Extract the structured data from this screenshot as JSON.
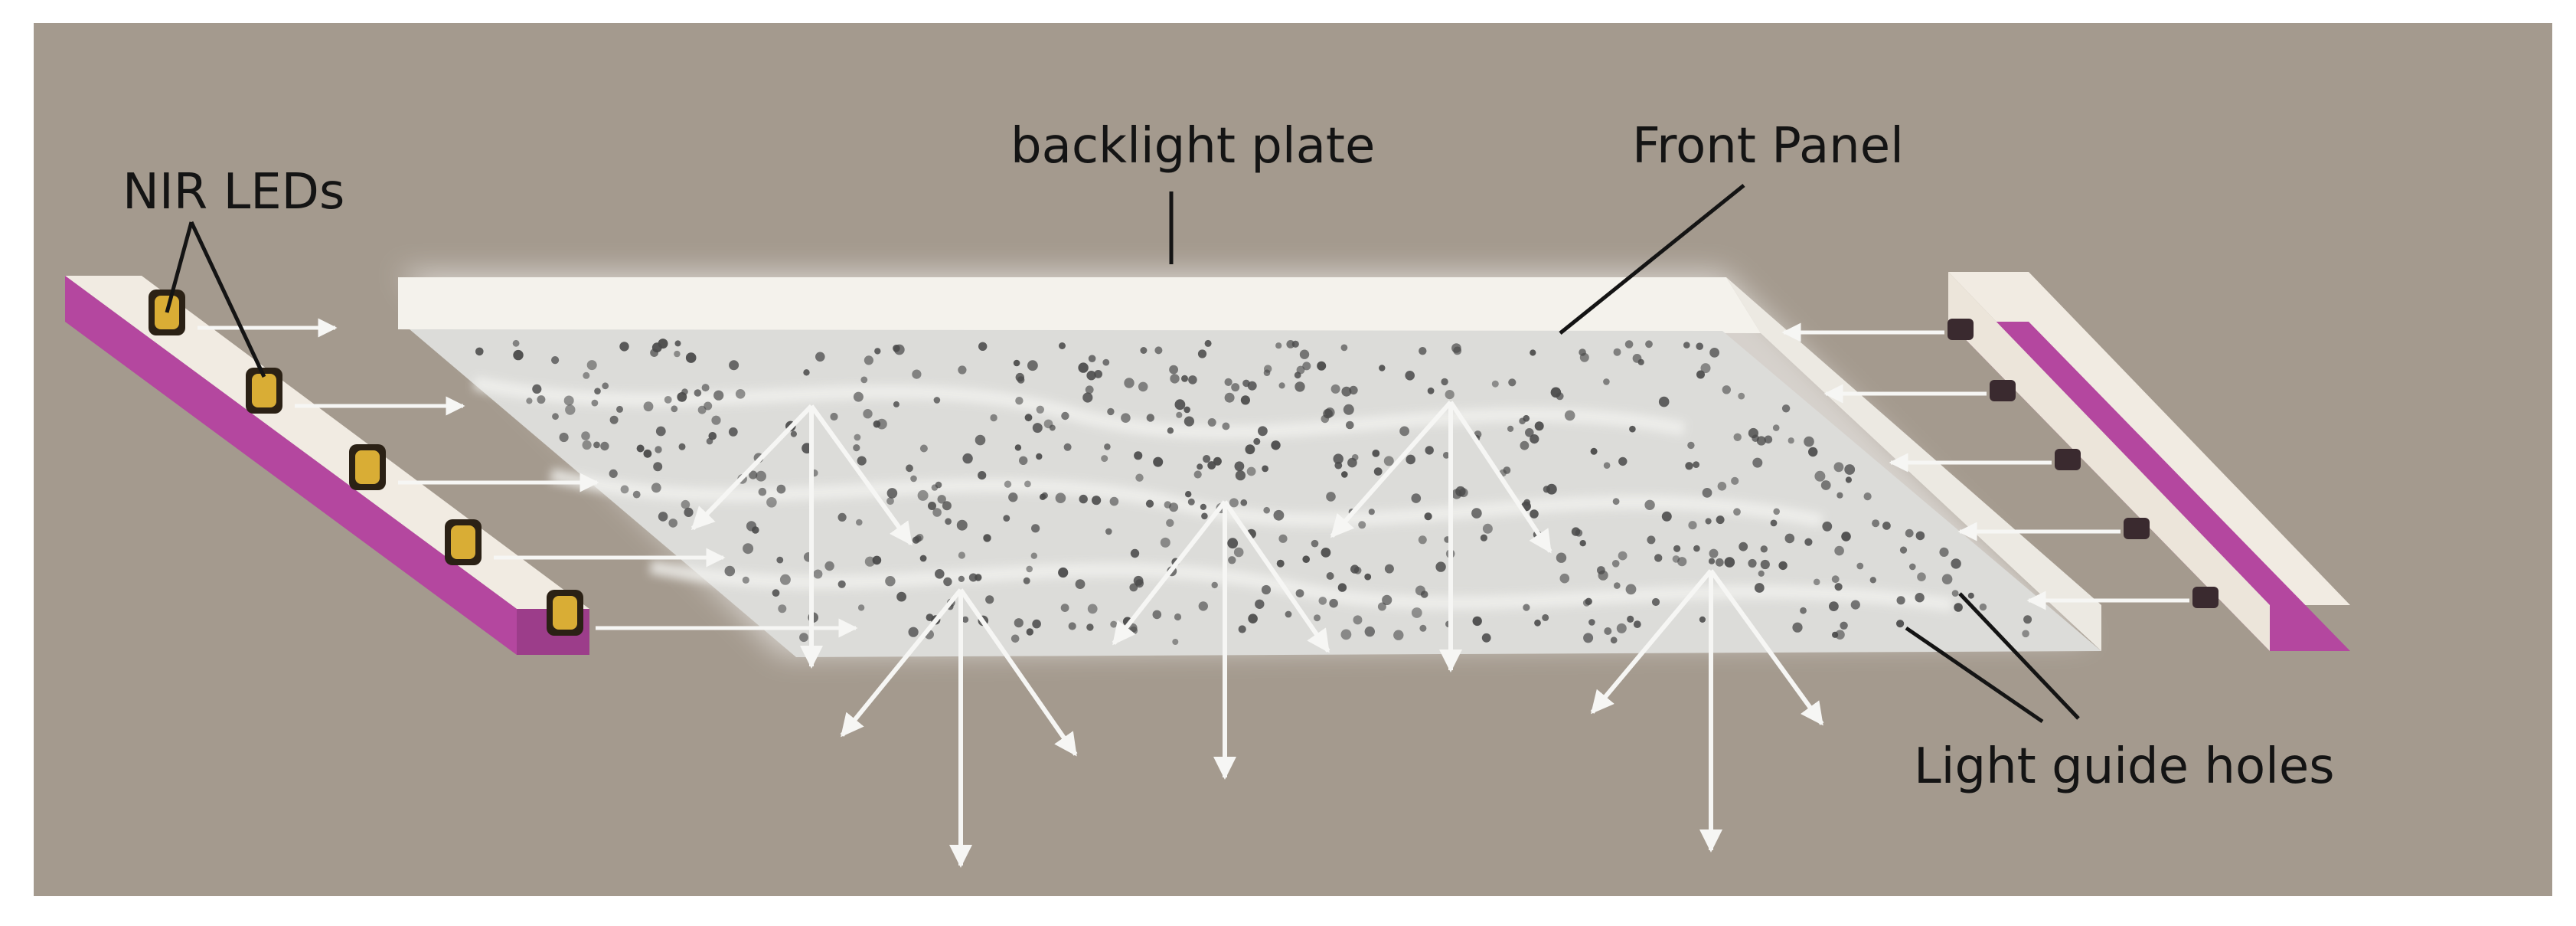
{
  "labels": {
    "nir_leds": "NIR LEDs",
    "backlight_plate": "backlight plate",
    "front_panel": "Front Panel",
    "light_guide_holes": "Light guide holes"
  },
  "colors": {
    "background": "#a49a8e",
    "border": "#ffffff",
    "led_bar_side": "#b4479f",
    "led_bar_top": "#f1ebe2",
    "led_chip": "#d9ad35",
    "plate": "#f4f2ec",
    "panel": "#dcdcd9",
    "arrows": "#f6f6f4",
    "leader_lines": "#141414"
  },
  "icons": {
    "led": "led-chip-icon",
    "light_ray": "arrow-icon"
  }
}
